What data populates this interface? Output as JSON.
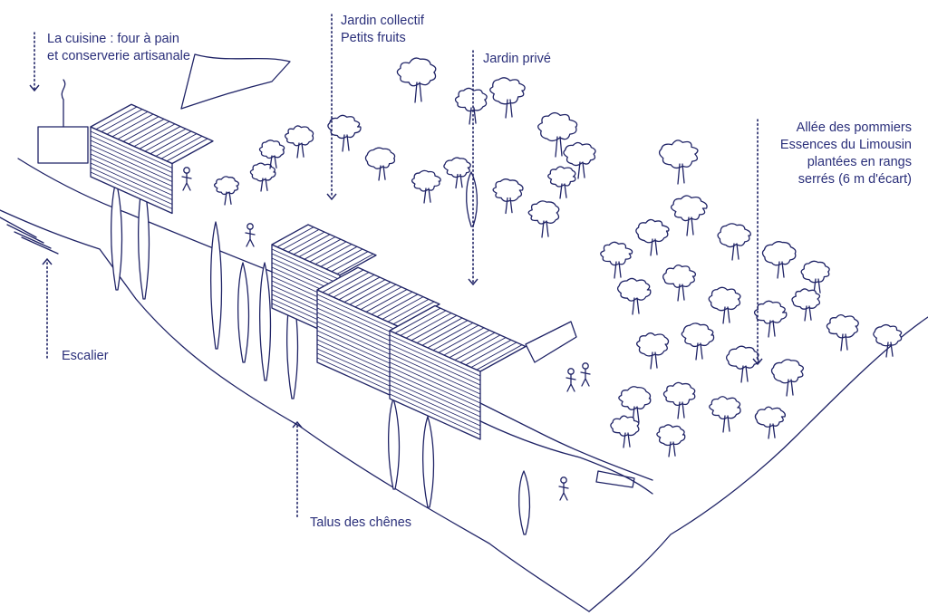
{
  "colors": {
    "ink": "#1f2366",
    "label": "#2a2f7a",
    "paper": "#ffffff"
  },
  "labels": {
    "cuisine": [
      "La cuisine : four à pain",
      "et conserverie artisanale"
    ],
    "jardin_collectif": [
      "Jardin collectif",
      "Petits fruits"
    ],
    "jardin_prive": [
      "Jardin privé"
    ],
    "allee": [
      "Allée des pommiers",
      "Essences du Limousin",
      "plantées en rangs",
      "serrés (6 m d'écart)"
    ],
    "escalier": [
      "Escalier"
    ],
    "talus": [
      "Talus des chênes"
    ]
  },
  "icons": {
    "pointer_down": "arrow-down-icon",
    "pointer_up": "arrow-up-icon"
  }
}
